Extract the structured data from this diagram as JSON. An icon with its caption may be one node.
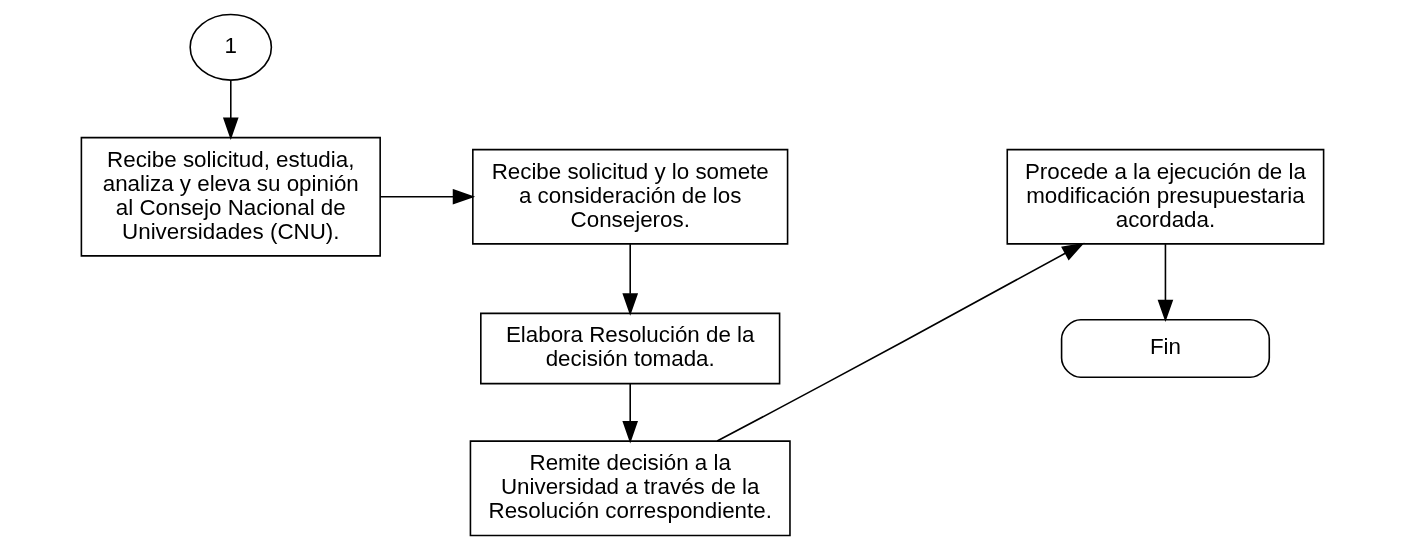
{
  "diagram": {
    "nodes": [
      {
        "text": [
          "1"
        ]
      },
      {
        "text": [
          "Recibe solicitud, estudia, analiza y eleva su opinión al Consejo Nacional de Universidades (CNU)."
        ]
      },
      {
        "text": [
          "Recibe solicitud y lo somete a consideración de los Consejeros."
        ]
      },
      {
        "text": [
          "Elabora Resolución de la decisión tomada."
        ]
      },
      {
        "text": [
          "Remite decisión a la Universidad a través de la Resolución correspondiente."
        ]
      },
      {
        "text": [
          "Procede a la ejecución de la modificación presupuestaria acordada."
        ]
      },
      {
        "text": [
          "Fin"
        ]
      }
    ],
    "edges": [
      {
        "from": 0,
        "to": 1,
        "arrow": "to"
      },
      {
        "from": 1,
        "to": 2,
        "arrow": "to"
      },
      {
        "from": 2,
        "to": 3,
        "arrow": "to"
      },
      {
        "from": 3,
        "to": 4,
        "arrow": "to"
      },
      {
        "from": 4,
        "to": 5,
        "arrow": "to"
      },
      {
        "from": 5,
        "to": 6,
        "arrow": "to"
      }
    ]
  }
}
